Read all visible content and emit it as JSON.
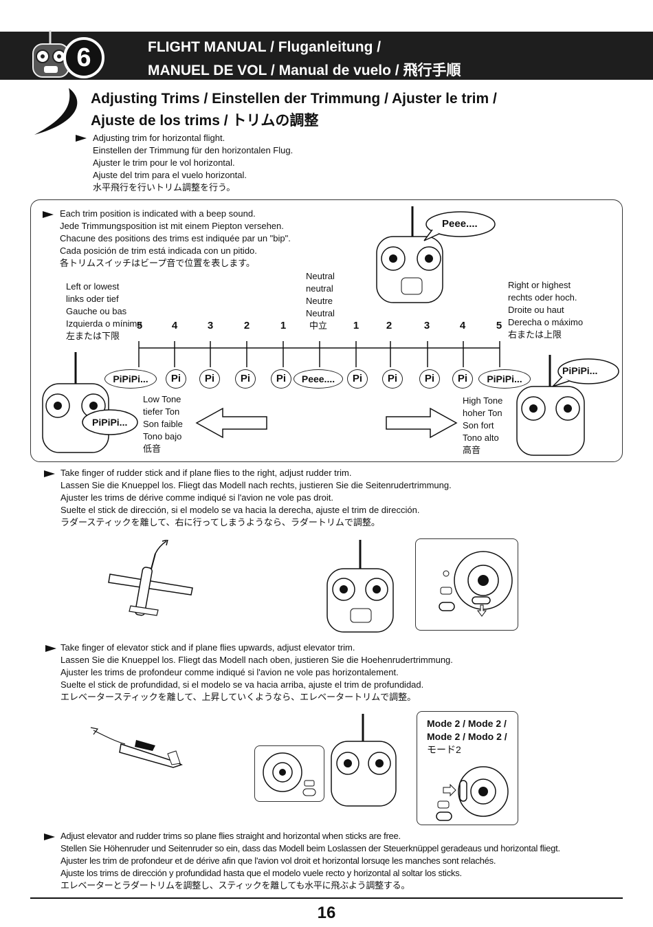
{
  "header": {
    "chapter": "6",
    "title_line1": "FLIGHT MANUAL  /  Fluganleitung  /",
    "title_line2": "MANUEL DE VOL  /  Manual de vuelo  /  飛行手順"
  },
  "section": {
    "title_line1": "Adjusting Trims  /  Einstellen der Trimmung  /  Ajuster le trim  /",
    "title_line2": "Ajuste de los trims  /  トリムの調整"
  },
  "intro": [
    "Adjusting trim for horizontal flight.",
    "Einstellen der Trimmung für den horizontalen Flug.",
    "Ajuster le trim pour le vol horizontal.",
    "Ajuste del trim para el vuelo horizontal.",
    "水平飛行を行いトリム調整を行う。"
  ],
  "beep_box": {
    "lines": [
      "Each trim position is indicated with a beep sound.",
      "Jede Trimmungsposition ist mit einem Piepton versehen.",
      "Chacune des positions des trims est indiquée par un \"bip\".",
      "Cada posición de trim está indicada con un pitido.",
      "各トリムスイッチはビープ音で位置を表します。"
    ],
    "neutral_labels": [
      "Neutral",
      "neutral",
      "Neutre",
      "Neutral",
      "中立"
    ],
    "left_labels": [
      "Left or lowest",
      "links oder tief",
      "Gauche ou bas",
      "Izquierda o mínima",
      "左または下限"
    ],
    "right_labels": [
      "Right or highest",
      "rechts oder hoch.",
      "Droite ou haut",
      "Derecha o máximo",
      "右または上限"
    ],
    "numbers": [
      "5",
      "4",
      "3",
      "2",
      "1",
      "1",
      "2",
      "3",
      "4",
      "5"
    ],
    "beeps": [
      "PiPiPi...",
      "Pi",
      "Pi",
      "Pi",
      "Pi",
      "Peee....",
      "Pi",
      "Pi",
      "Pi",
      "Pi",
      "PiPiPi..."
    ],
    "bubble_top": "Peee....",
    "bubble_left": "PiPiPi...",
    "bubble_right": "PiPiPi...",
    "low_tone": [
      "Low Tone",
      "tiefer Ton",
      "Son faible",
      "Tono bajo",
      "低音"
    ],
    "high_tone": [
      "High Tone",
      "hoher Ton",
      "Son fort",
      "Tono alto",
      "高音"
    ]
  },
  "rudder": [
    "Take finger of rudder stick and if plane flies to the right, adjust rudder trim.",
    "Lassen Sie die Knueppel los. Fliegt das Modell nach rechts, justieren Sie die Seitenrudertrimmung.",
    "Ajuster les trims de dérive comme indiqué si l'avion ne vole pas droit.",
    "Suelte el stick de dirección, si el modelo se va hacia la derecha, ajuste el trim de dirección.",
    "ラダースティックを離して、右に行ってしまうようなら、ラダートリムで調整。"
  ],
  "elevator": [
    "Take finger of elevator stick and if plane flies upwards, adjust elevator trim.",
    "Lassen Sie die Knueppel los. Fliegt das Modell nach oben, justieren Sie die Hoehenrudertrimmung.",
    "Ajuster les trims de profondeur comme indiqué si l'avion ne vole pas horizontalement.",
    "Suelte el stick de profundidad, si el modelo se va hacia arriba, ajuste el trim de profundidad.",
    "エレベータースティックを離して、上昇していくようなら、エレベータートリムで調整。"
  ],
  "mode_box": [
    "Mode 2 / Mode 2 /",
    "Mode 2 / Modo 2 /",
    "モード2"
  ],
  "final": [
    "Adjust elevator and rudder trims so plane flies straight and horizontal when sticks are free.",
    "Stellen Sie Höhenruder und Seitenruder so ein, dass das Modell beim Loslassen der Steuerknüppel geradeaus und horizontal fliegt.",
    "Ajuster les trim de profondeur et de dérive afin que l'avion vol droit et horizontal lorsuqe les manches sont relachés.",
    "Ajuste los trims de dirección y profundidad hasta que el modelo vuele recto y horizontal al soltar los sticks.",
    "エレベーターとラダートリムを調整し、スティックを離しても水平に飛ぶよう調整する。"
  ],
  "page_number": "16"
}
